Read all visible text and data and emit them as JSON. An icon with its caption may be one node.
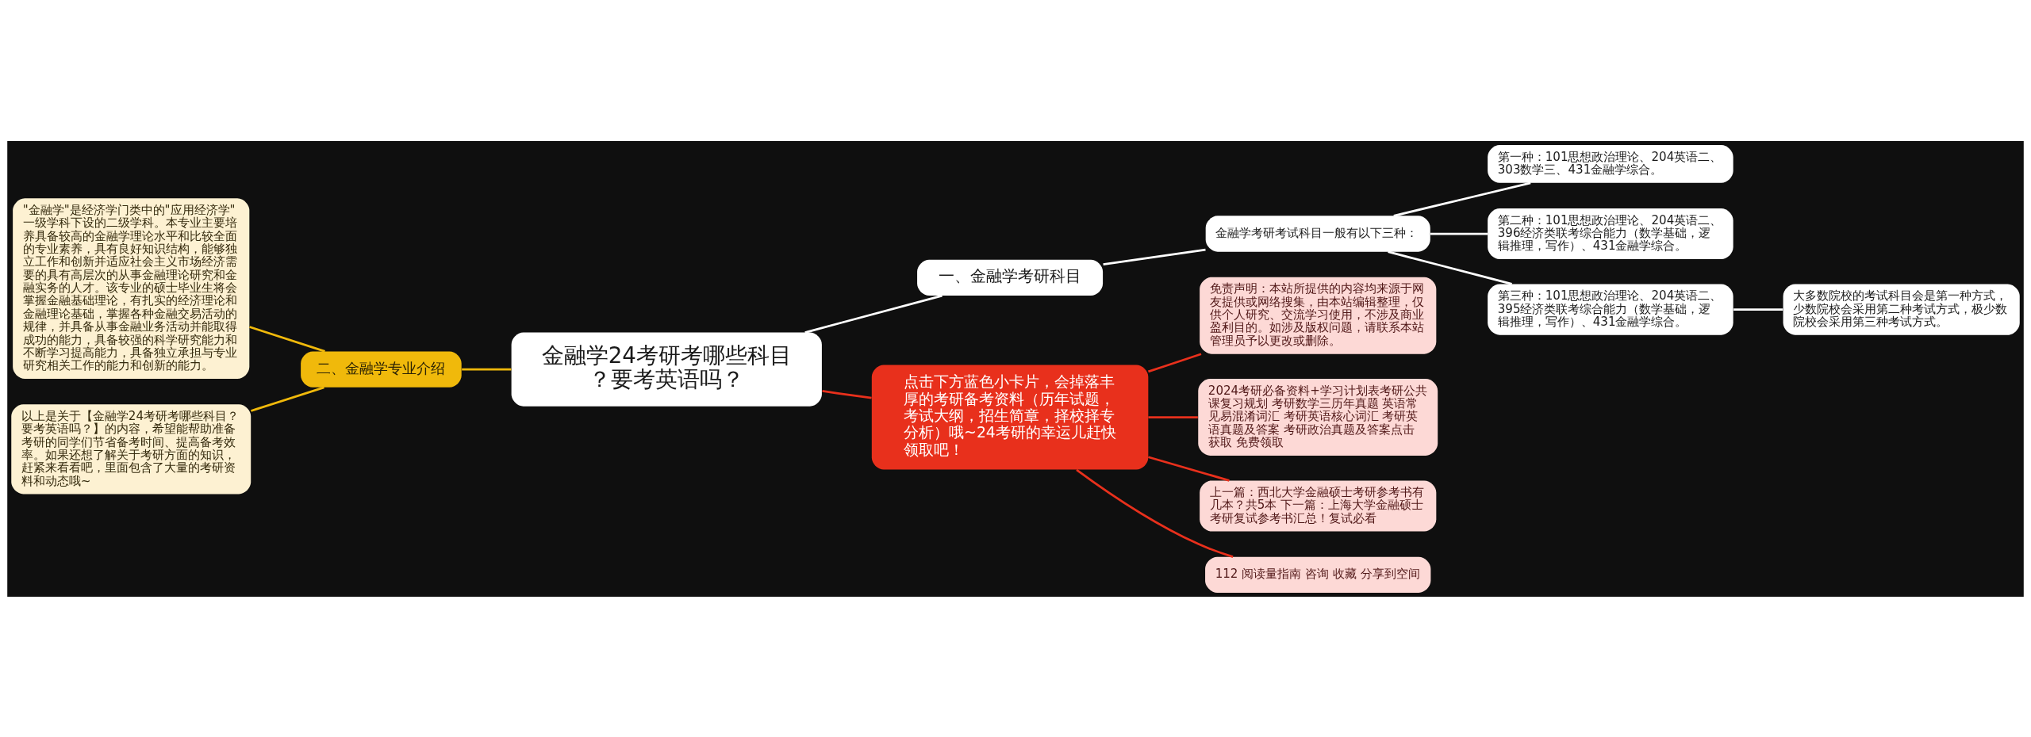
{
  "diagram": {
    "nodes": [
      {
        "text": [
          "金融学24考研考哪些科目？要考英语吗？"
        ]
      },
      {
        "text": [
          "一、金融学考研科目"
        ]
      },
      {
        "text": [
          "金融学考研考试科目一般有以下三种："
        ]
      },
      {
        "text": [
          "第一种：101思想政治理论、204英语二、303数学三、431金融学综合。"
        ]
      },
      {
        "text": [
          "第二种：101思想政治理论、204英语二、396经济类联考综合能力（数学基础，逻辑推理，写作）、431金融学综合。"
        ]
      },
      {
        "text": [
          "第三种：101思想政治理论、204英语二、395经济类联考综合能力（数学基础，逻辑推理，写作）、431金融学综合。"
        ]
      },
      {
        "text": [
          "大多数院校的考试科目会是第一种方式，少数院校会采用第二种考试方式，极少数院校会采用第三种考试方式。"
        ]
      },
      {
        "text": [
          "点击下方蓝色小卡片，会掉落丰厚的考研备考资料（历年试题，考试大纲，招生简章，择校择专分析）哦~24考研的幸运儿赶快领取吧！"
        ]
      },
      {
        "text": [
          "免责声明：本站所提供的内容均来源于网友提供或网络搜集，由本站编辑整理，仅供个人研究、交流学习使用，不涉及商业盈利目的。如涉及版权问题，请联系本站管理员予以更改或删除。"
        ]
      },
      {
        "text": [
          "2024考研必备资料+学习计划表考研公共课复习规划 考研数学三历年真题 英语常见易混淆词汇 考研英语核心词汇 考研英语真题及答案 考研政治真题及答案点击获取 免费领取"
        ]
      },
      {
        "text": [
          "上一篇：西北大学金融硕士考研参考书有几本？共5本 下一篇：上海大学金融硕士考研复试参考书汇总！复试必看"
        ]
      },
      {
        "text": [
          "112 阅读量指南 咨询 收藏 分享到空间"
        ]
      },
      {
        "text": [
          "二、金融学专业介绍"
        ]
      },
      {
        "text": [
          "\"金融学\"是经济学门类中的\"应用经济学\"一级学科下设的二级学科。本专业主要培养具备较高的金融学理论水平和比较全面的专业素养，具有良好知识结构，能够独立工作和创新并适应社会主义市场经济需要的具有高层次的从事金融理论研究和金融实务的人才。该专业的硕士毕业生将会掌握金融基础理论，有扎实的经济理论和金融理论基础，掌握各种金融交易活动的规律，并具备从事金融业务活动并能取得成功的能力，具备较强的科学研究能力和不断学习提高能力，具备独立承担与专业研究相关工作的能力和创新的能力。"
        ]
      },
      {
        "text": [
          "以上是关于【金融学24考研考哪些科目？要考英语吗？】的内容，希望能帮助准备考研的同学们节省备考时间、提高备考效率。如果还想了解关于考研方面的知识，赶紧来看看吧，里面包含了大量的考研资料和动态哦~"
        ]
      }
    ],
    "edges": [
      {
        "from": 0,
        "to": 1,
        "arrow": "none"
      },
      {
        "from": 1,
        "to": 2,
        "arrow": "none"
      },
      {
        "from": 2,
        "to": 3,
        "arrow": "none"
      },
      {
        "from": 2,
        "to": 4,
        "arrow": "none"
      },
      {
        "from": 2,
        "to": 5,
        "arrow": "none"
      },
      {
        "from": 5,
        "to": 6,
        "arrow": "none"
      },
      {
        "from": 0,
        "to": 7,
        "arrow": "none",
        "color": "#e8301c"
      },
      {
        "from": 7,
        "to": 8,
        "arrow": "none",
        "color": "#e8301c"
      },
      {
        "from": 7,
        "to": 9,
        "arrow": "none",
        "color": "#e8301c"
      },
      {
        "from": 7,
        "to": 10,
        "arrow": "none",
        "color": "#e8301c"
      },
      {
        "from": 7,
        "to": 11,
        "arrow": "none",
        "color": "#e8301c"
      },
      {
        "from": 12,
        "to": 0,
        "arrow": "none",
        "color": "#f0b90b"
      },
      {
        "from": 13,
        "to": 12,
        "arrow": "none",
        "color": "#f0b90b"
      },
      {
        "from": 14,
        "to": 12,
        "arrow": "none",
        "color": "#f0b90b"
      }
    ]
  }
}
